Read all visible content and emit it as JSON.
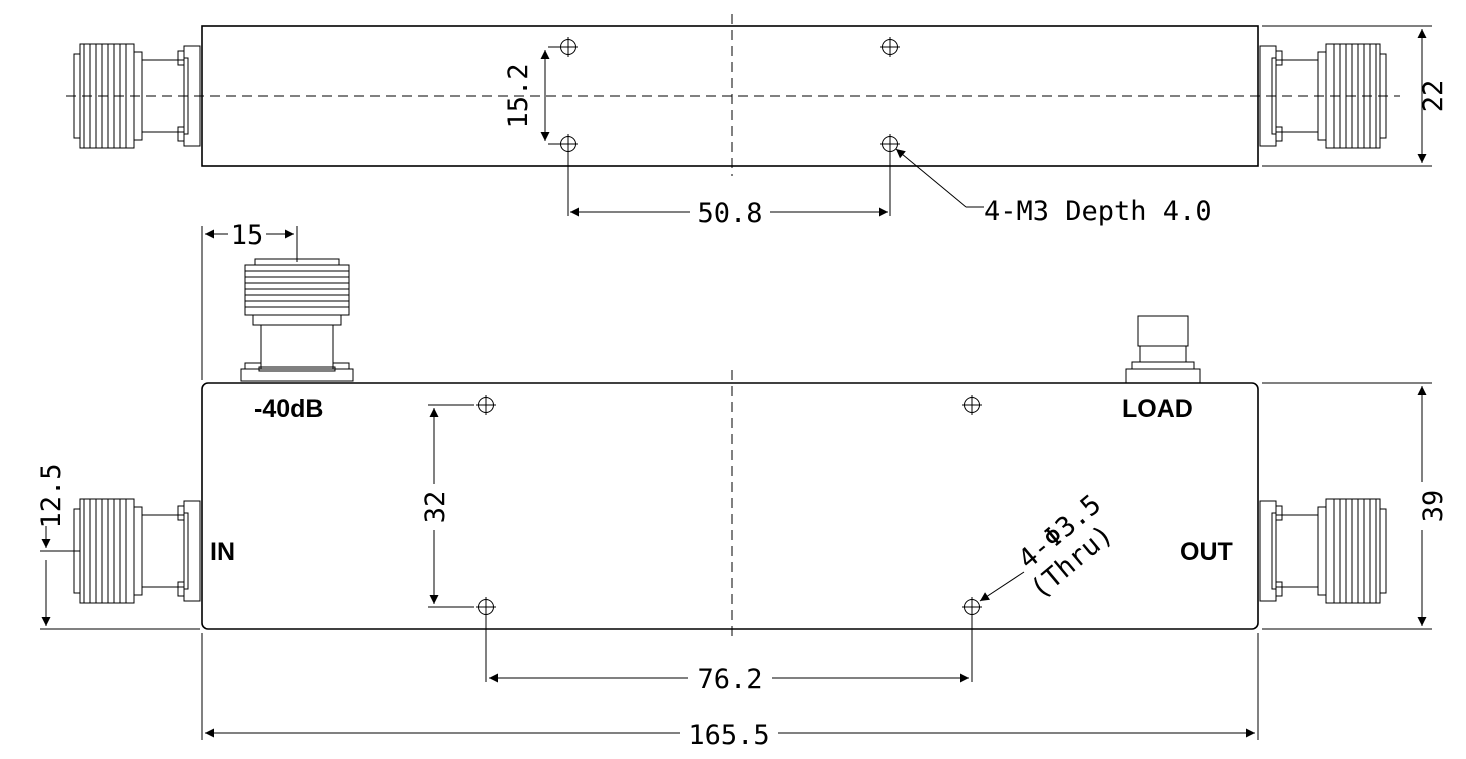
{
  "labels": {
    "port_in": "IN",
    "port_out": "OUT",
    "port_coupled": "-40dB",
    "port_load": "LOAD"
  },
  "dimensions": {
    "top_hole_spacing_v": "15.2",
    "top_hole_spacing_h": "50.8",
    "top_height": "22",
    "top_hole_note": "4-M3 Depth 4.0",
    "coupler_offset": "15",
    "front_hole_spacing_v": "32",
    "front_hole_spacing_h": "76.2",
    "overall_length": "165.5",
    "front_height": "39",
    "port_height": "12.5",
    "thru_hole_note_1": "4-Φ3.5",
    "thru_hole_note_2": "(Thru)"
  }
}
